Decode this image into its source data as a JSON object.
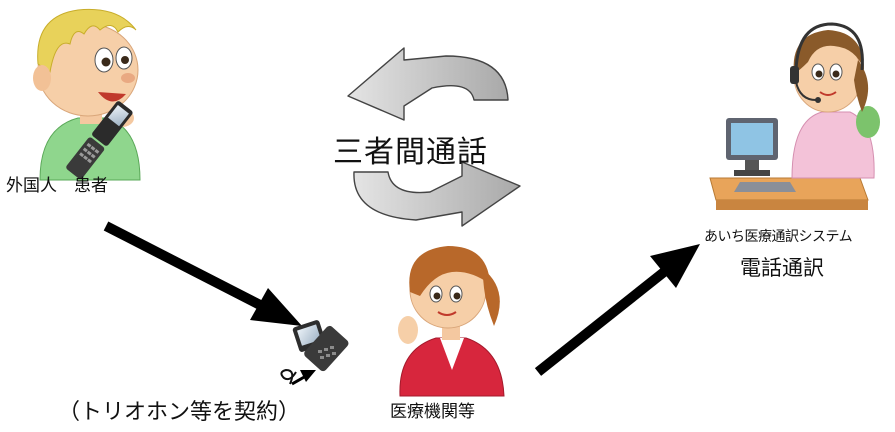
{
  "nodes": {
    "patient": {
      "label": "外国人　患者"
    },
    "center": {
      "label": "三者間通話"
    },
    "system": {
      "label": "あいち医療通訳システム",
      "service": "電話通訳"
    },
    "institution": {
      "label": "医療機関等",
      "phone_note": "（トリオホン等を契約）"
    }
  },
  "icons": {
    "patient": "boy-talking-on-phone-icon",
    "operator": "headset-operator-at-computer-icon",
    "staff": "clinic-receptionist-icon",
    "phone": "flip-phone-icon",
    "cycle": "circular-arrows-icon"
  },
  "colors": {
    "arrow": "#000000",
    "cycle_fill": "#bfbfbf",
    "text": "#111111"
  }
}
